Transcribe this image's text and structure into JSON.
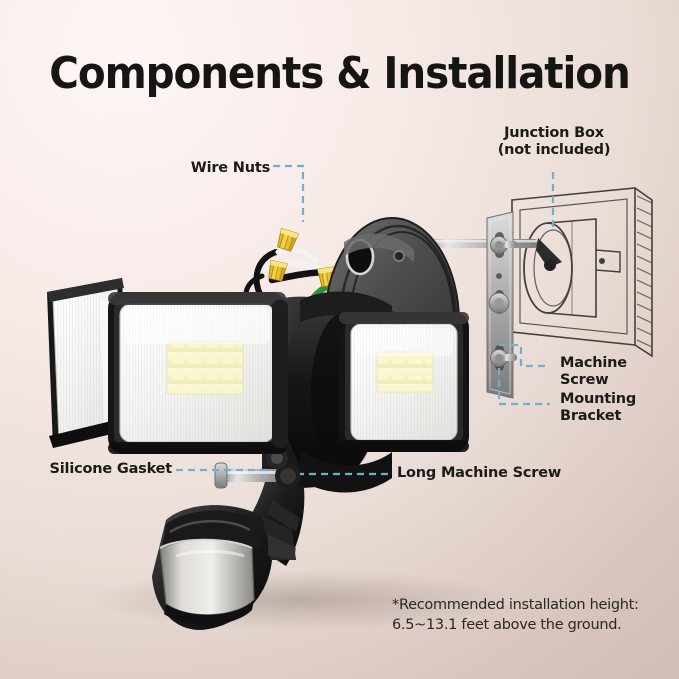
{
  "page": {
    "title": "Components & Installation",
    "background_start": "#fdf6f4",
    "background_end": "#d2bfb6",
    "leader_color": "#6fb2d0"
  },
  "labels": {
    "wire_nuts": "Wire Nuts",
    "junction_box": "Junction Box\n(not included)",
    "machine_screw": "Machine Screw",
    "mounting_bracket": "Mounting\nBracket",
    "silicone_gasket": "Silicone Gasket",
    "long_machine_screw": "Long Machine Screw"
  },
  "footnote": "*Recommended installation height:\n6.5~13.1 feet above the ground.",
  "product": {
    "type": "LED security flood light with motion sensor",
    "body_color": "#151515",
    "plate_color": "#4d4c4c",
    "lens_color": "#f4f4f2",
    "led_color": "#f6f2c4",
    "bracket_color": "#c9c9c9",
    "wire_nut_color": "#e8c227",
    "wires": [
      "white",
      "black",
      "green"
    ]
  }
}
